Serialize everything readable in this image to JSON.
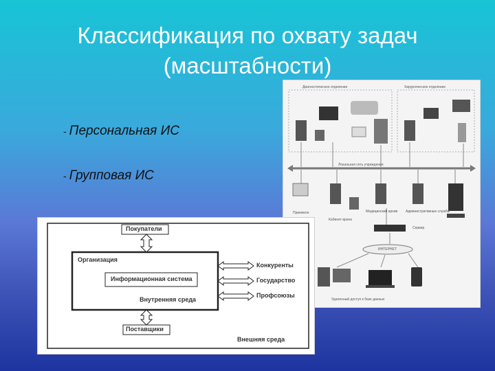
{
  "slide": {
    "title_line1": "Классификация по охвату задач",
    "title_line2": "(масштабности)",
    "bullets": [
      {
        "dash": "-",
        "text": "Персональная ИС"
      },
      {
        "dash": "-",
        "text": "Групповая ИС"
      }
    ]
  },
  "network_image": {
    "captions": {
      "top_left": "Диагностическое отделение",
      "top_right": "Хирургическое отделение",
      "bus": "Локальная сеть учреждения",
      "c1": "Приемное",
      "c2": "Кабинет врача",
      "c3": "Медицинский архив",
      "c4": "Административные службы",
      "c5": "Сервер",
      "internet": "ИНТЕРНЕТ",
      "remote": "Удаленный доступ к базе данных"
    }
  },
  "diagram": {
    "buyers": "Покупатели",
    "organization": "Организация",
    "info_system": "Информационная система",
    "internal_env": "Внутренняя среда",
    "competitors": "Конкуренты",
    "state": "Государство",
    "unions": "Профсоюзы",
    "suppliers": "Поставщики",
    "external_env": "Внешняя среда"
  }
}
